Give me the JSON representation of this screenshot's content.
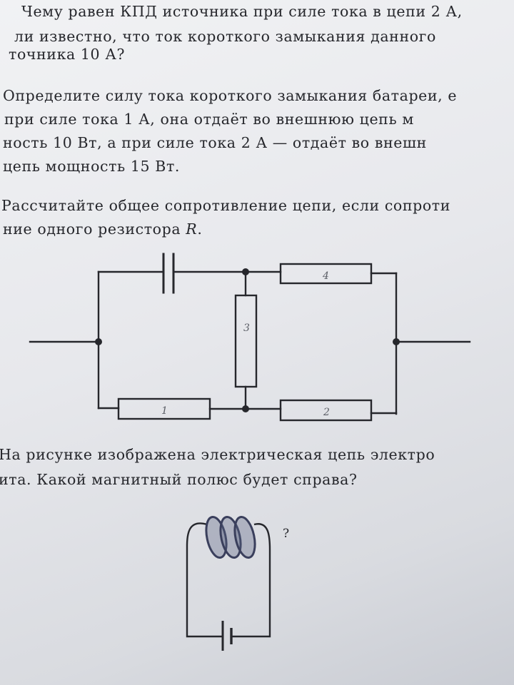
{
  "text": {
    "p1_line1": "Чему равен КПД источника при силе тока в цепи 2 А,",
    "p1_line2": "ли известно, что ток короткого замыкания данного",
    "p1_line3": "точника 10 А?",
    "p2_line1": "Определите силу тока короткого замыкания батареи, е",
    "p2_line2": "при силе тока 1 А, она отдаёт во внешнюю цепь м",
    "p2_line3": "ность 10 Вт, а при силе тока 2 А — отдаёт во внешн",
    "p2_line4": "цепь мощность 15 Вт.",
    "p3_line1": "Рассчитайте общее сопротивление цепи, если сопроти",
    "p3_line2_a": "ние одного резистора ",
    "p3_line2_b": "R",
    "p3_line2_c": ".",
    "p4_line1": "На рисунке изображена электрическая цепь электро",
    "p4_line2": "ита. Какой магнитный полюс будет справа?",
    "question_mark": "?"
  },
  "annotations": {
    "resistor_top": "4",
    "resistor_middle": "3",
    "resistor_bottom_left": "1",
    "resistor_bottom_right": "2"
  },
  "colors": {
    "ink": "#26272c",
    "pencil": "#5b5e66",
    "coil_ink": "#3a3f5c"
  }
}
